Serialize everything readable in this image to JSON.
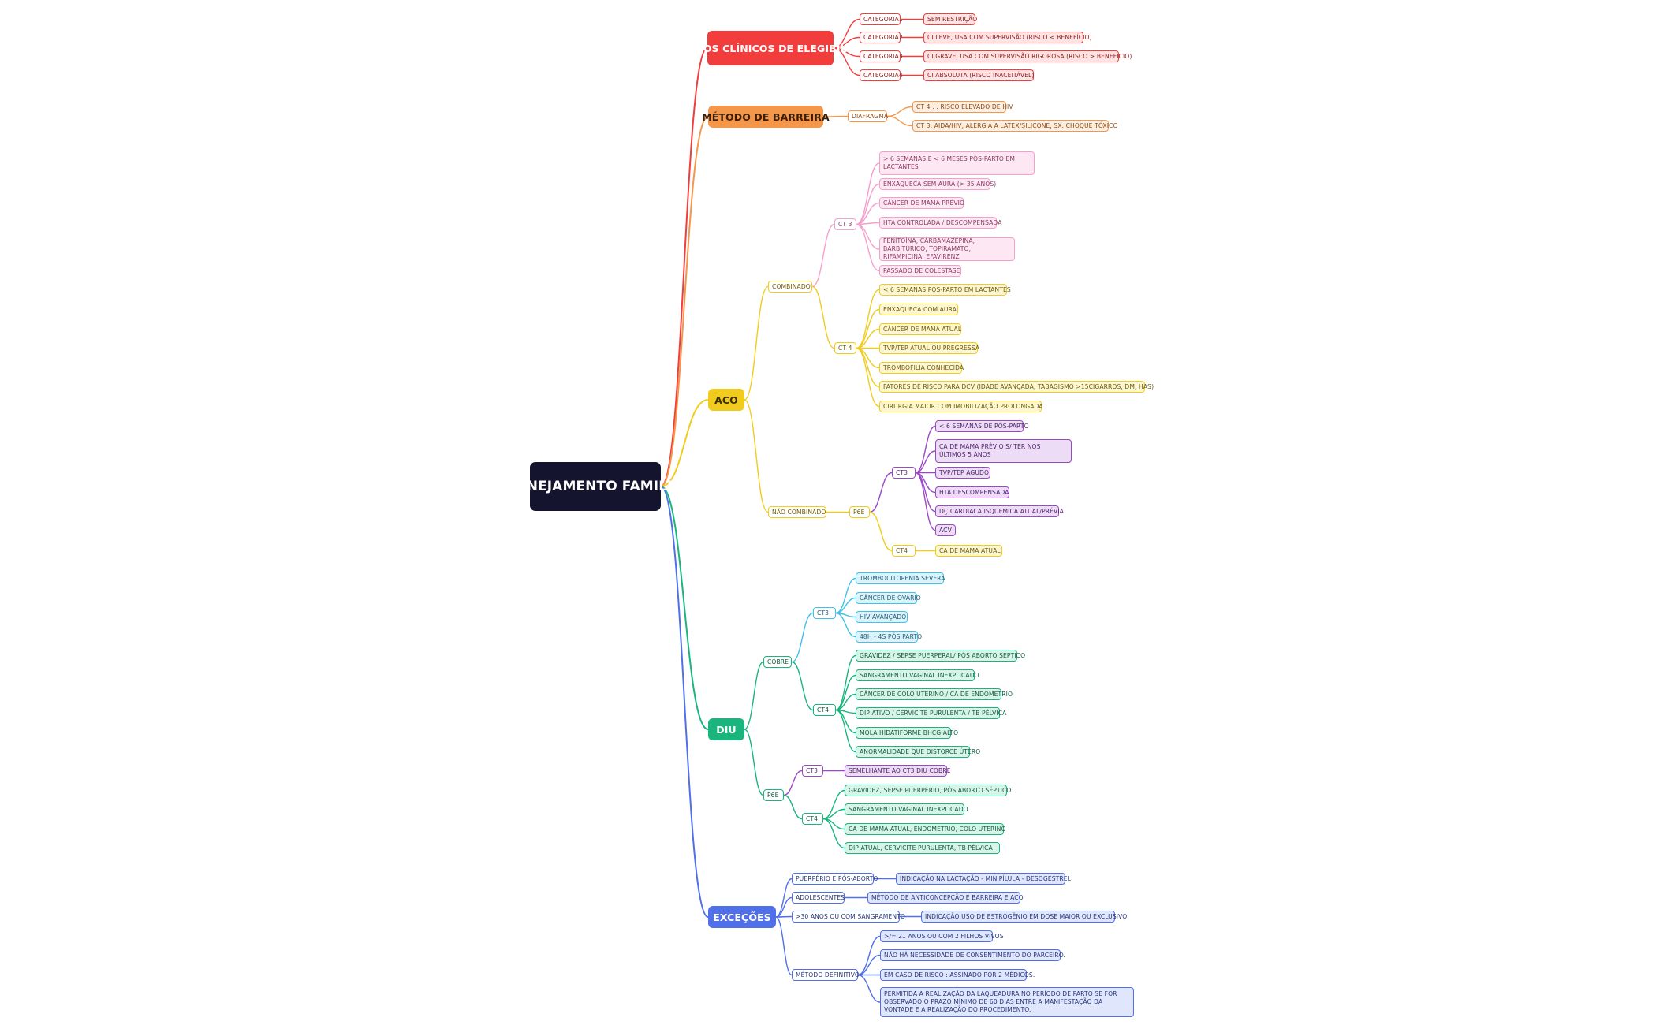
{
  "colors": {
    "root": "#15142e",
    "criterios": "#f23d3d",
    "barreira": "#f5974b",
    "aco": "#f1cc1f",
    "pink": "#f59fcd",
    "purple": "#9b48c6",
    "cyan": "#3fc1ea",
    "green": "#19b57c",
    "blue": "#4f70e9"
  },
  "nodes": {
    "root": "PLANEJAMENTO FAMILIAR",
    "criterios": "CRITÉRIOS CLÍNICOS DE ELEGIBILIDADE",
    "cat1": "CATEGORIA1",
    "cat1_desc": "SEM RESTRIÇÃO",
    "cat2": "CATEGORIA2",
    "cat2_desc": "CI LEVE, USA COM SUPERVISÃO (RISCO < BENEFÍCIO)",
    "cat3": "CATEGORIA3",
    "cat3_desc": "CI GRAVE, USA COM SUPERVISÃO RIGOROSA (RISCO > BENEFICIO)",
    "cat4": "CATEGORIA4",
    "cat4_desc": "CI ABSOLUTA (RISCO INACEITÁVEL)",
    "barreira": "MÉTODO DE BARREIRA",
    "diafragma": "DIAFRAGMA",
    "diaf_ct4": "CT 4 : : RISCO ELEVADO DE HIV",
    "diaf_ct3": "CT 3: AIDA/HIV, ALERGIA A LATEX/SILICONE, SX. CHOQUE TÓXICO",
    "aco": "ACO",
    "combinado": "COMBINADO",
    "comb_ct3": "CT 3",
    "comb_ct3_1": "> 6 SEMANAS E < 6 MESES PÓS-PARTO EM LACTANTES",
    "comb_ct3_2": "ENXAQUECA SEM AURA (> 35 ANOS)",
    "comb_ct3_3": "CÂNCER DE MAMA PRÉVIO",
    "comb_ct3_4": "HTA CONTROLADA / DESCOMPENSADA",
    "comb_ct3_5": "FENITOÍNA, CARBAMAZEPINA, BARBITÚRICO, TOPIRAMATO, RIFAMPICINA, EFAVIRENZ",
    "comb_ct3_6": "PASSADO DE COLESTASE",
    "comb_ct4": "CT 4",
    "comb_ct4_1": "< 6 SEMANAS PÓS-PARTO EM LACTANTES",
    "comb_ct4_2": "ENXAQUECA COM AURA",
    "comb_ct4_3": "CÂNCER DE MAMA ATUAL",
    "comb_ct4_4": "TVP/TEP ATUAL OU PREGRESSA",
    "comb_ct4_5": "TROMBOFILIA CONHECIDA",
    "comb_ct4_6": "FATORES DE RISCO PARA DCV (IDADE AVANÇADA, TABAGISMO >15CIGARROS, DM, HAS)",
    "comb_ct4_7": "CIRURGIA MAIOR COM IMOBILIZAÇÃO PROLONGADA",
    "naocomb": "NÃO COMBINADO",
    "p6e": "P6E",
    "nc_ct3": "CT3",
    "nc_ct3_1": "< 6 SEMANAS DE PÓS-PARTO",
    "nc_ct3_2": "CA DE MAMA PRÉVIO S/ TER NOS ÚLTIMOS 5 ANOS",
    "nc_ct3_3": "TVP/TEP AGUDO",
    "nc_ct3_4": "HTA DESCOMPENSADA",
    "nc_ct3_5": "DÇ CARDIACA ISQUEMICA ATUAL/PRÉVIA",
    "nc_ct3_6": "ACV",
    "nc_ct4": "CT4",
    "nc_ct4_1": "CA DE MAMA ATUAL",
    "diu": "DIU",
    "cobre": "COBRE",
    "cobre_ct3": "CT3",
    "cobre_ct3_1": "TROMBOCITOPENIA SEVERA",
    "cobre_ct3_2": "CÂNCER DE OVÁRIO",
    "cobre_ct3_3": "HIV AVANÇADO",
    "cobre_ct3_4": "48H - 4S PÓS PARTO",
    "cobre_ct4": "CT4",
    "cobre_ct4_1": "GRAVIDEZ / SEPSE PUERPERAL/ PÓS ABORTO SÉPTICO",
    "cobre_ct4_2": "SANGRAMENTO VAGINAL INEXPLICADO",
    "cobre_ct4_3": "CÂNCER DE COLO UTERINO / CA DE ENDOMETRIO",
    "cobre_ct4_4": "DIP ATIVO / CERVICITE PURULENTA / TB PÉLVICA",
    "cobre_ct4_5": "MOLA HIDATIFORME BHCG ALTO",
    "cobre_ct4_6": "ANORMALIDADE QUE DISTORCE ÚTERO",
    "p6e2": "P6E",
    "p6e2_ct3": "CT3",
    "p6e2_ct3_1": "SEMELHANTE AO CT3 DIU COBRE",
    "p6e2_ct4": "CT4",
    "p6e2_ct4_1": "GRAVIDEZ, SEPSE PUERPÉRIO, PÓS ABORTO SÉPTICO",
    "p6e2_ct4_2": "SANGRAMENTO VAGINAL INEXPLICADO",
    "p6e2_ct4_3": "CA DE MAMA ATUAL, ENDOMETRIO, COLO UTERINO",
    "p6e2_ct4_4": "DIP ATUAL, CERVICITE PURULENTA, TB PÉLVICA",
    "excecoes": "EXCEÇÕES",
    "puerperio": "PUERPÉRIO E PÓS-ABORTO",
    "puerperio_1": "INDICAÇÃO NA LACTAÇÃO - MINIPÍLULA - DESOGESTREL",
    "adolescentes": "ADOLESCENTES",
    "adolescentes_1": "MÉTODO DE ANTICONCEPÇÃO E BARREIRA E ACO",
    "mais30": ">30 ANOS OU COM SANGRAMENTO",
    "mais30_1": "INDICAÇÃO USO DE ESTROGÊNIO EM DOSE MAIOR OU EXCLUSIVO",
    "definitivo": "MÉTODO DEFINITIVO",
    "definitivo_1": ">/= 21 ANOS OU COM 2 FILHOS VIVOS",
    "definitivo_2": "NÃO HÁ NECESSIDADE DE CONSENTIMENTO DO PARCEIRO.",
    "definitivo_3": "EM CASO DE RISCO : ASSINADO POR 2 MÉDICOS.",
    "definitivo_4": "PERMITIDA A REALIZAÇÃO DA LAQUEADURA NO PERÍODO DE PARTO SE FOR OBSERVADO O PRAZO MÍNIMO DE 60 DIAS ENTRE A MANIFESTAÇÃO DA VONTADE E A REALIZAÇÃO DO PROCEDIMENTO."
  }
}
